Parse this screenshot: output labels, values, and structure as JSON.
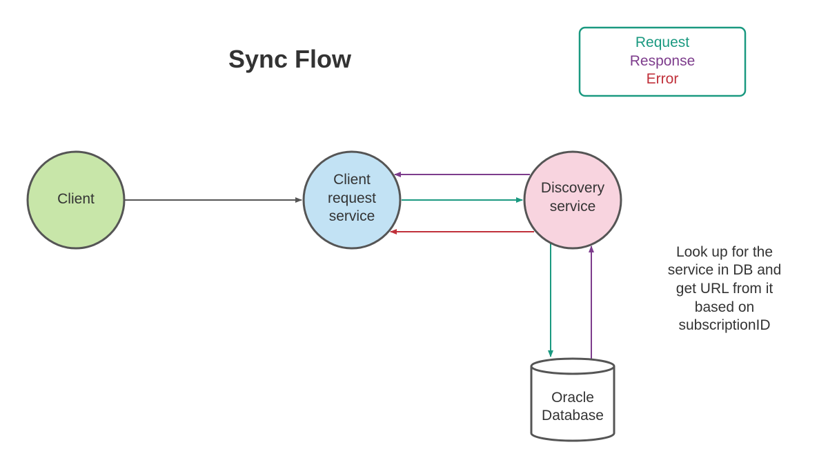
{
  "title": "Sync Flow",
  "legend": {
    "request": "Request",
    "response": "Response",
    "error": "Error"
  },
  "nodes": {
    "client": {
      "lines": [
        "Client"
      ]
    },
    "client_request_service": {
      "lines": [
        "Client",
        "request",
        "service"
      ]
    },
    "discovery_service": {
      "lines": [
        "Discovery",
        "service"
      ]
    },
    "oracle_database": {
      "lines": [
        "Oracle",
        "Database"
      ]
    }
  },
  "note": {
    "lines": [
      "Look up for the",
      "service in DB and",
      "get URL from it",
      "based on",
      "subscriptionID"
    ]
  },
  "edges": [
    {
      "from": "Client",
      "to": "Client request service",
      "kind": "plain"
    },
    {
      "from": "Client request service",
      "to": "Discovery service",
      "kind": "request"
    },
    {
      "from": "Discovery service",
      "to": "Client request service",
      "kind": "response"
    },
    {
      "from": "Discovery service",
      "to": "Client request service",
      "kind": "error"
    },
    {
      "from": "Discovery service",
      "to": "Oracle Database",
      "kind": "request"
    },
    {
      "from": "Oracle Database",
      "to": "Discovery service",
      "kind": "response"
    }
  ],
  "colors": {
    "request": "#1a9980",
    "response": "#7d3c8c",
    "error": "#c0303a",
    "plain": "#555555",
    "client_fill": "#c8e6a9",
    "client_request_fill": "#c2e2f4",
    "discovery_fill": "#f8d4df",
    "outline": "#555555",
    "legend_border": "#1a9980"
  }
}
